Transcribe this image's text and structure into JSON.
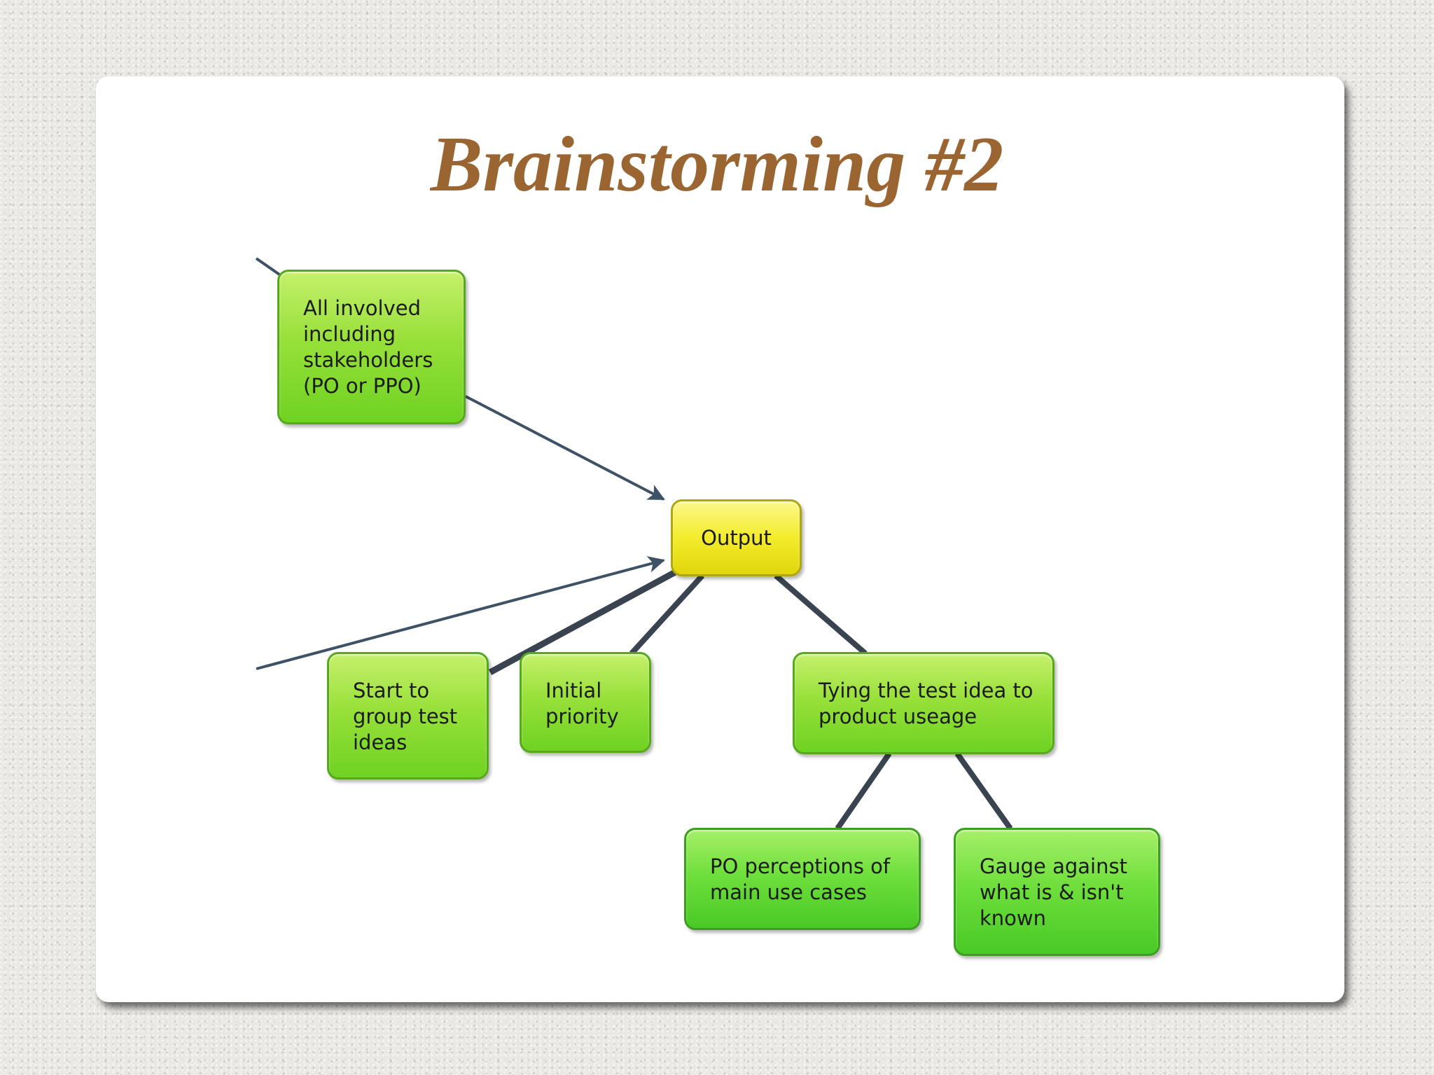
{
  "slide": {
    "title": "Brainstorming #2"
  },
  "diagram": {
    "nodes": {
      "all_involved": "All involved\nincluding\nstakeholders\n(PO or PPO)",
      "output": "Output",
      "start_group": "Start to\ngroup test\nideas",
      "initial_priority": "Initial\npriority",
      "tying": "Tying the test idea to\nproduct useage",
      "po_perceptions": "PO perceptions of\nmain use cases",
      "gauge": "Gauge against\nwhat is & isn't\nknown"
    },
    "colors": {
      "concept_node": "#8fde34",
      "leaf_node": "#5bd230",
      "output_node": "#f0e824",
      "arrow": "#3e5266",
      "connector": "#3a4450",
      "title": "#9a6530"
    }
  }
}
